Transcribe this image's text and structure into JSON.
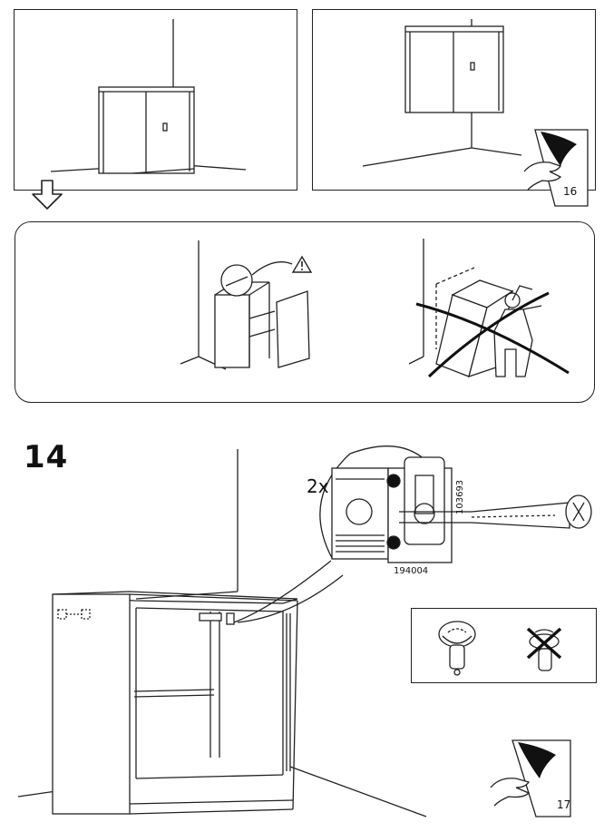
{
  "page": {
    "step_number": "14",
    "quantity_label": "2x",
    "part_code_screw": "103693",
    "part_code_bracket": "194004",
    "page_ref_top": "16",
    "page_ref_bottom": "17"
  },
  "icons": {
    "warning": "warning-triangle-icon",
    "turn_page": "turn-page-icon",
    "arrow_down": "arrow-down-icon"
  }
}
